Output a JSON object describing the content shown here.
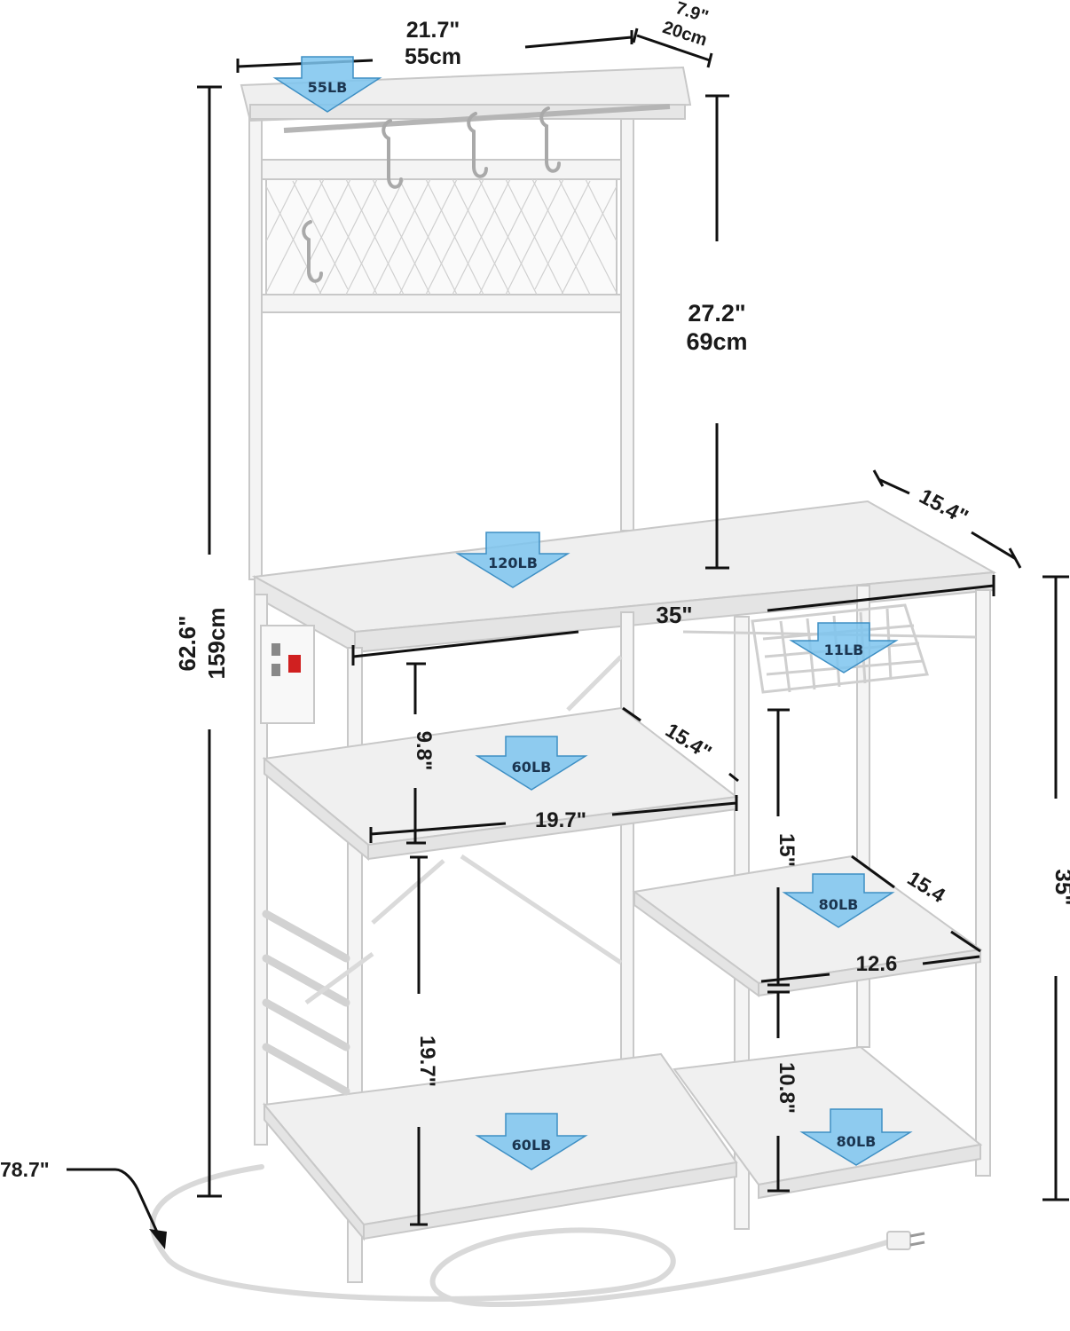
{
  "colors": {
    "frame": "#f4f4f4",
    "frame_edge": "#c8c8c8",
    "board": "#eeeeee",
    "dimension_line": "#111111",
    "arrow_fill": "#7cc4ee",
    "arrow_edge": "#3e8fc4",
    "cord": "#f7f7f7"
  },
  "dimensions": {
    "top_width_in": "21.7\"",
    "top_width_cm": "55cm",
    "top_depth_in": "7.9\"",
    "top_depth_cm": "20cm",
    "hutch_height_in": "27.2\"",
    "hutch_height_cm": "69cm",
    "total_height_in": "62.6\"",
    "total_height_cm": "159cm",
    "counter_depth": "15.4\"",
    "counter_width": "35\"",
    "counter_height": "35\"",
    "upper_shelf_gap": "9.8\"",
    "upper_shelf_depth": "15.4\"",
    "upper_shelf_width": "19.7\"",
    "right_gap": "15\"",
    "right_shelf_depth": "15.4",
    "right_shelf_width": "12.6",
    "lower_gap": "19.7\"",
    "bottom_right_gap": "10.8\"",
    "cord_length": "78.7\""
  },
  "load_badges": {
    "top_shelf": "55LB",
    "counter": "120LB",
    "basket": "11LB",
    "upper_left_shelf": "60LB",
    "right_middle_shelf": "80LB",
    "bottom_left_shelf": "60LB",
    "bottom_right_shelf": "80LB"
  },
  "icons": {
    "hooks": "s-hook-icon",
    "outlet": "power-strip-icon",
    "plug": "plug-icon",
    "load_arrow": "down-arrow-icon"
  }
}
